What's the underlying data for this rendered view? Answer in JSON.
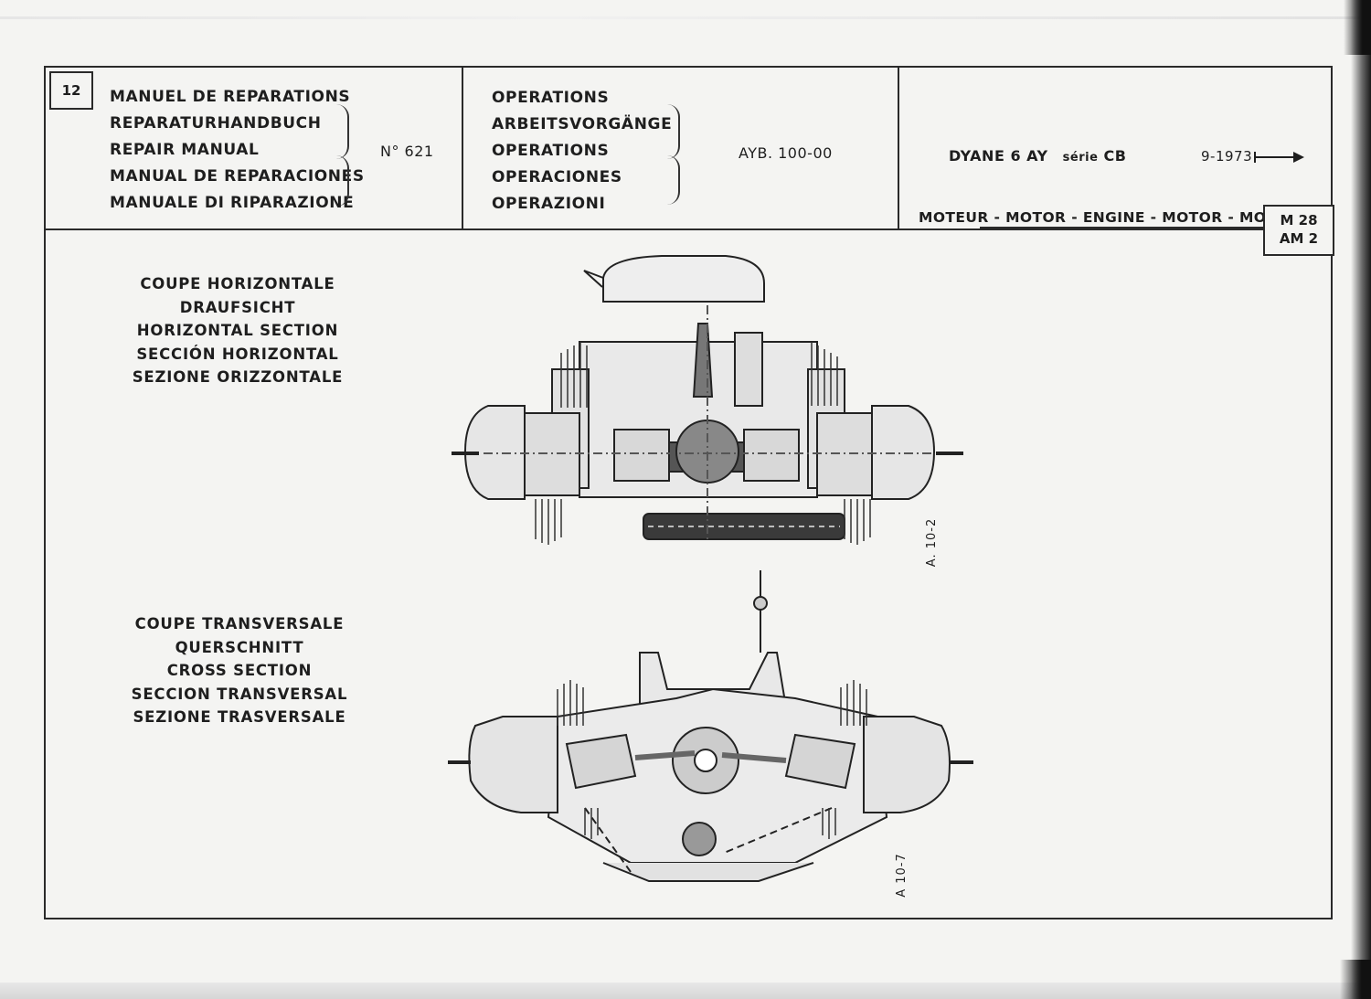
{
  "page_number": "12",
  "manual_titles": [
    "MANUEL DE REPARATIONS",
    "REPARATURHANDBUCH",
    "REPAIR MANUAL",
    "MANUAL DE REPARACIONES",
    "MANUALE DI RIPARAZIONE"
  ],
  "manual_number": "N° 621",
  "operations": [
    "OPERATIONS",
    "ARBEITSVORGÄNGE",
    "OPERATIONS",
    "OPERACIONES",
    "OPERAZIONI"
  ],
  "operation_code": "AYB. 100-00",
  "vehicle": {
    "model": "DYANE 6  AY",
    "serie_label": "série",
    "serie": "CB",
    "date": "9-1973"
  },
  "section_title": "MOTEUR - MOTOR - ENGINE - MOTOR - MOTORE",
  "section_codes": [
    "M 28",
    "AM 2"
  ],
  "figures": [
    {
      "captions": [
        "COUPE HORIZONTALE",
        "DRAUFSICHT",
        "HORIZONTAL SECTION",
        "SECCIÓN HORIZONTAL",
        "SEZIONE ORIZZONTALE"
      ],
      "ref": "A. 10-2"
    },
    {
      "captions": [
        "COUPE TRANSVERSALE",
        "QUERSCHNITT",
        "CROSS SECTION",
        "SECCION TRANSVERSAL",
        "SEZIONE TRASVERSALE"
      ],
      "ref": "A 10-7"
    }
  ],
  "icons": {
    "arrow": "arrow-right-icon"
  }
}
